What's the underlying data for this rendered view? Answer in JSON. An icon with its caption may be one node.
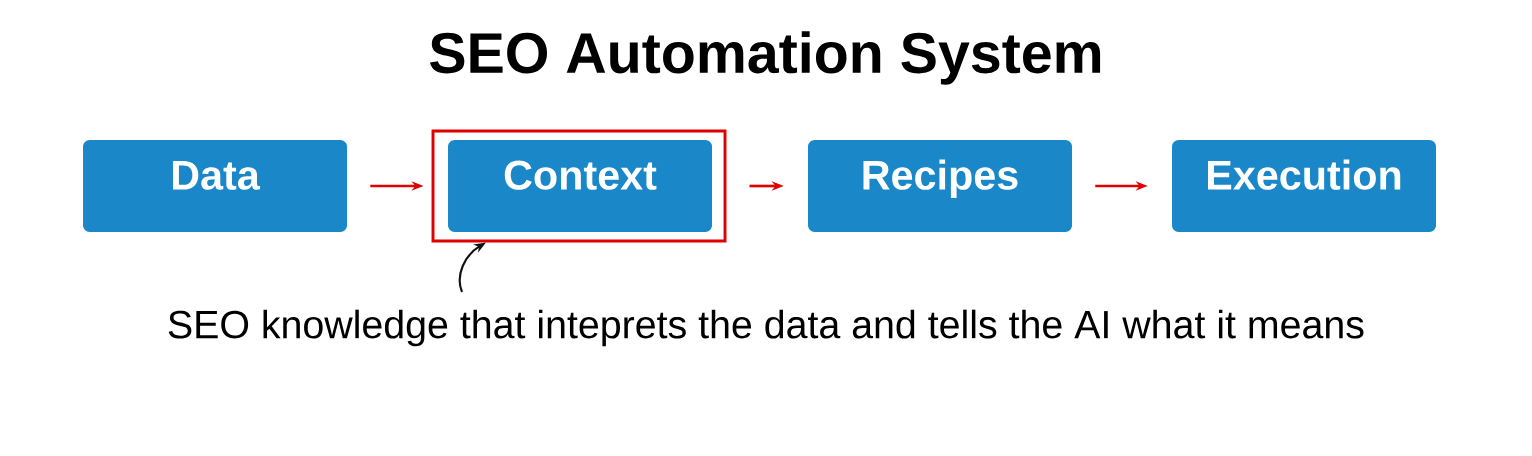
{
  "diagram": {
    "title": "SEO Automation System",
    "nodes": [
      {
        "text": [
          "Data"
        ]
      },
      {
        "text": [],
        "shape": "box"
      },
      {
        "text": [
          "Context"
        ],
        "in": 1
      },
      {
        "text": [
          "Recipes"
        ]
      },
      {
        "text": [
          "Execution"
        ]
      },
      {
        "text": [
          "SEO knowledge that inteprets the data and tells the AI what it means"
        ]
      }
    ],
    "edges": [
      {
        "from": 0,
        "to": 1,
        "arrow": "to"
      },
      {
        "from": 1,
        "to": 3,
        "arrow": "to"
      },
      {
        "from": 3,
        "to": 4,
        "arrow": "to"
      },
      {
        "from": 5,
        "to": 1,
        "arrow": "to",
        "color": "#111111"
      }
    ]
  }
}
